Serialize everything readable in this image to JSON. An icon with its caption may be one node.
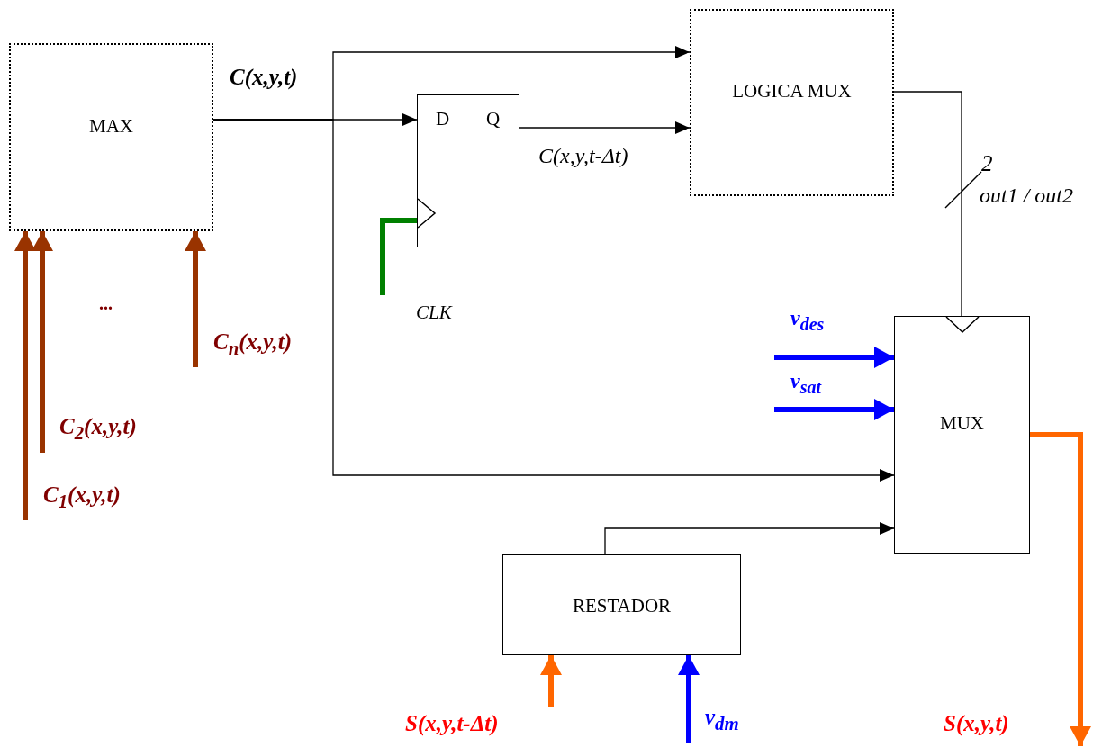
{
  "diagram": {
    "nodes": [
      {
        "text": [
          "MAX"
        ]
      },
      {
        "text": [
          "D",
          "Q"
        ]
      },
      {
        "text": [
          "LOGICA MUX"
        ]
      },
      {
        "text": [
          "MUX"
        ]
      },
      {
        "text": [
          "RESTADOR"
        ]
      }
    ],
    "edges": [
      {
        "from": 0,
        "to": 1,
        "arrow": "to",
        "label": "C(x,y,t)"
      },
      {
        "from": 0,
        "to": 2,
        "arrow": "to"
      },
      {
        "from": 0,
        "to": 3,
        "arrow": "to"
      },
      {
        "from": 1,
        "to": 2,
        "arrow": "to",
        "label": "C(x,y,t-Δt)"
      },
      {
        "from": 2,
        "to": 3,
        "arrow": "none",
        "label": "out1 / out2"
      },
      {
        "from": null,
        "to": 1,
        "arrow": "none",
        "label": "CLK",
        "color": "#008000"
      },
      {
        "from": null,
        "to": 3,
        "arrow": "to",
        "label": "v$_{des}$",
        "color": "#0000ff"
      },
      {
        "from": null,
        "to": 3,
        "arrow": "to",
        "label": "v$_{sat}$",
        "color": "#0000ff"
      },
      {
        "from": 4,
        "to": 3,
        "arrow": "to"
      },
      {
        "from": null,
        "to": 4,
        "arrow": "to",
        "label": "S(x,y,t-Δt)",
        "color": "#ff6600"
      },
      {
        "from": null,
        "to": 4,
        "arrow": "to",
        "label": "v$_{dm}$",
        "color": "#0000ff"
      },
      {
        "from": 3,
        "to": null,
        "arrow": "to",
        "label": "S(x,y,t)",
        "color": "#ff6600"
      },
      {
        "from": null,
        "to": 0,
        "arrow": "to",
        "label": "C$_{1}$(x,y,t)",
        "color": "#993300"
      },
      {
        "from": null,
        "to": 0,
        "arrow": "to",
        "label": "C$_{2}$(x,y,t)",
        "color": "#993300"
      },
      {
        "from": null,
        "to": 0,
        "arrow": "to",
        "label": "C$_{n}$(x,y,t)",
        "color": "#993300"
      }
    ],
    "labels": [
      "...",
      "2"
    ]
  }
}
